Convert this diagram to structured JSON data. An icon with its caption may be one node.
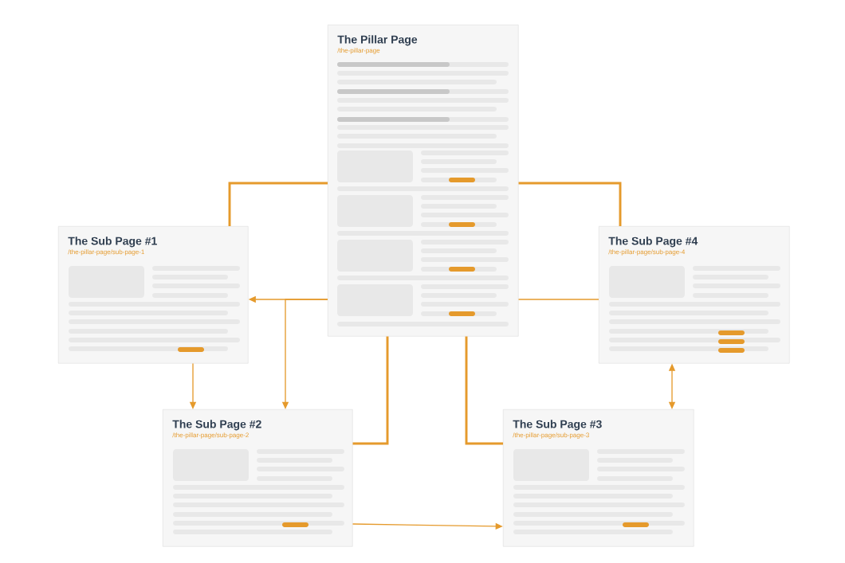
{
  "diagram": {
    "nodes": [
      {
        "text": [
          "The Pillar Page",
          "/the-pillar-page"
        ]
      },
      {
        "text": [
          "The Sub Page #1",
          "/the-pillar-page/sub-page-1"
        ]
      },
      {
        "text": [
          "The Sub Page #2",
          "/the-pillar-page/sub-page-2"
        ]
      },
      {
        "text": [
          "The Sub Page #3",
          "/the-pillar-page/sub-page-3"
        ]
      },
      {
        "text": [
          "The Sub Page #4",
          "/the-pillar-page/sub-page-4"
        ]
      }
    ],
    "edges": [
      {
        "from": 0,
        "to": 1,
        "arrow": "none",
        "style": "thick"
      },
      {
        "from": 0,
        "to": 4,
        "arrow": "none",
        "style": "thick"
      },
      {
        "from": 0,
        "to": 2,
        "arrow": "none",
        "style": "thick"
      },
      {
        "from": 0,
        "to": 3,
        "arrow": "none",
        "style": "thick"
      },
      {
        "from": 0,
        "to": 1,
        "arrow": "to"
      },
      {
        "from": 0,
        "to": 2,
        "arrow": "to"
      },
      {
        "from": 0,
        "to": 4,
        "arrow": "none"
      },
      {
        "from": 1,
        "to": 2,
        "arrow": "to"
      },
      {
        "from": 4,
        "to": 3,
        "arrow": "both"
      },
      {
        "from": 2,
        "to": 3,
        "arrow": "to"
      }
    ]
  }
}
